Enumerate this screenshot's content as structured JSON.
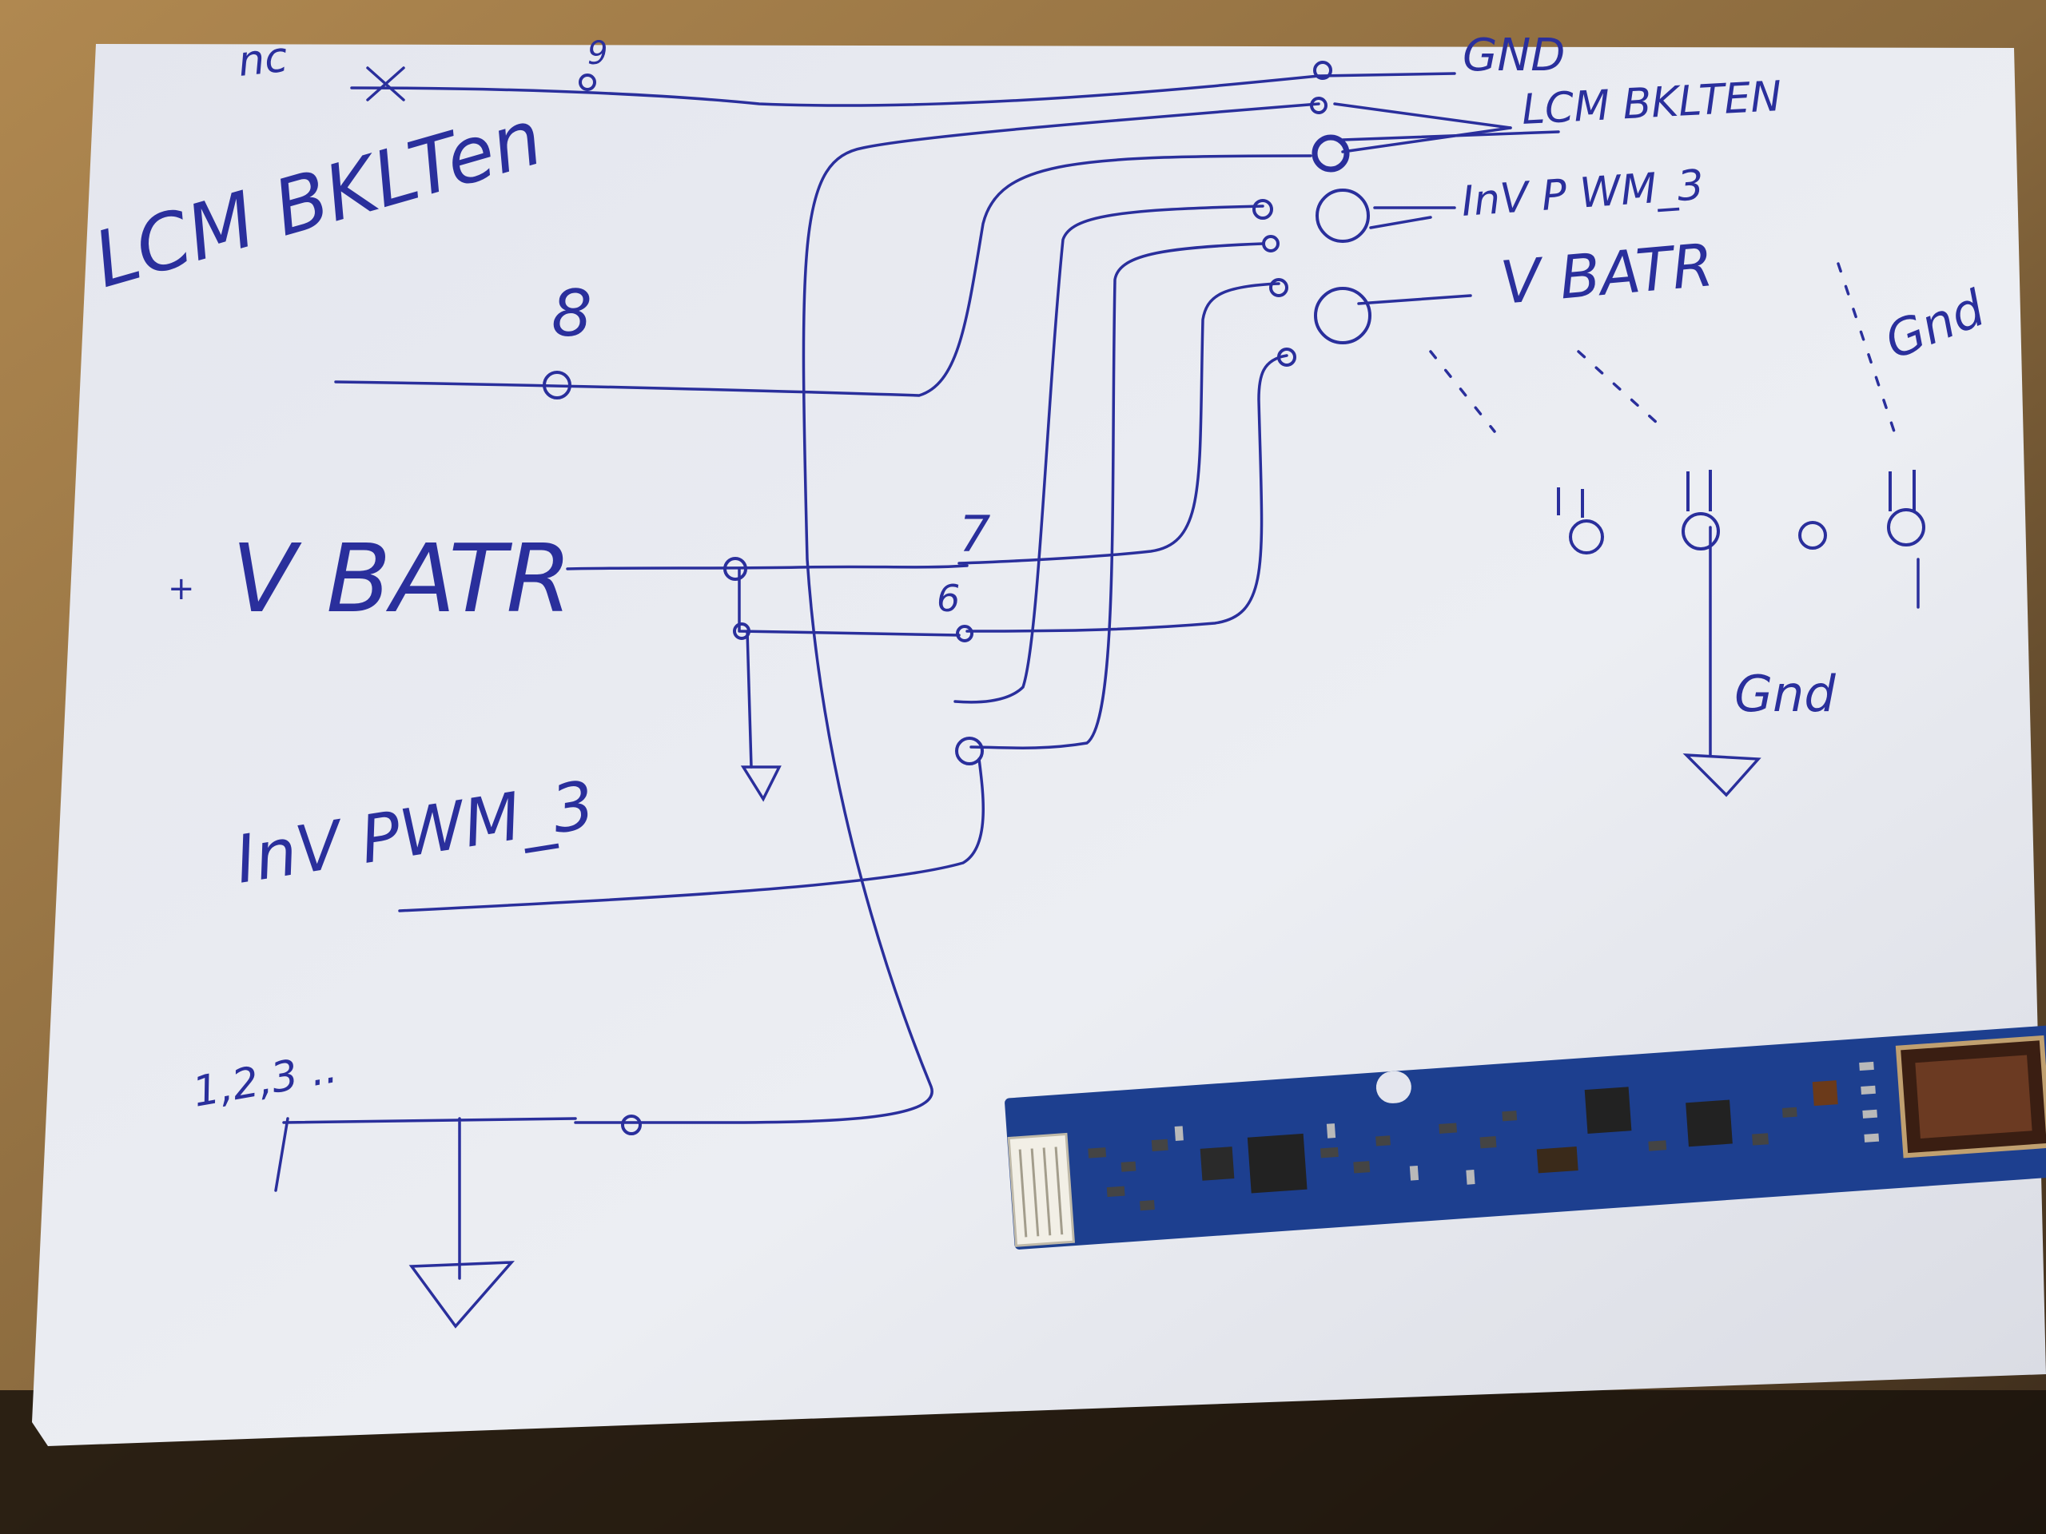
{
  "labels": {
    "nc": "nc",
    "pin9": "9",
    "gnd_top": "GND",
    "lcm_right": "LCM BKLTEN",
    "lcm_left": "LCM BKLTen",
    "inv_pwm_right": "InV P WM_3",
    "vbatr_right": "V BATR",
    "gnd_right": "Gnd",
    "pin8": "8",
    "vbatr_left": "V BATR",
    "plus": "+",
    "pin7": "7",
    "pin6": "6",
    "inv_pwm_left": "InV PWM_3",
    "pins_123": "1,2,3 ..",
    "gnd_mid": "Gnd"
  },
  "colors": {
    "ink": "#2a2f9c",
    "paper": "#e9eaf0",
    "pcb": "#1d3f8f",
    "table": "#8a6a3e"
  }
}
